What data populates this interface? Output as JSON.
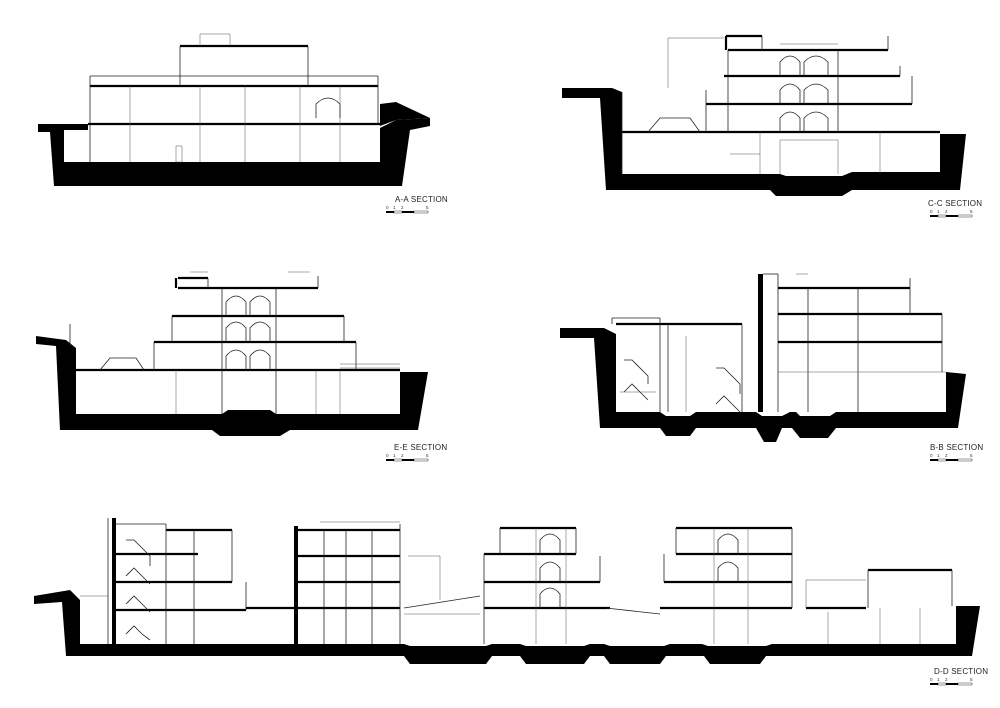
{
  "sections": [
    {
      "id": "a-a",
      "title": "A-A SECTION"
    },
    {
      "id": "c-c",
      "title": "C-C SECTION"
    },
    {
      "id": "e-e",
      "title": "E-E SECTION"
    },
    {
      "id": "b-b",
      "title": "B-B SECTION"
    },
    {
      "id": "d-d",
      "title": "D-D SECTION"
    }
  ],
  "scale_bar": {
    "ticks": [
      "0",
      "1",
      "2",
      "",
      "5"
    ]
  },
  "colors": {
    "ink": "#000000",
    "line": "#222222",
    "paper": "#ffffff"
  }
}
